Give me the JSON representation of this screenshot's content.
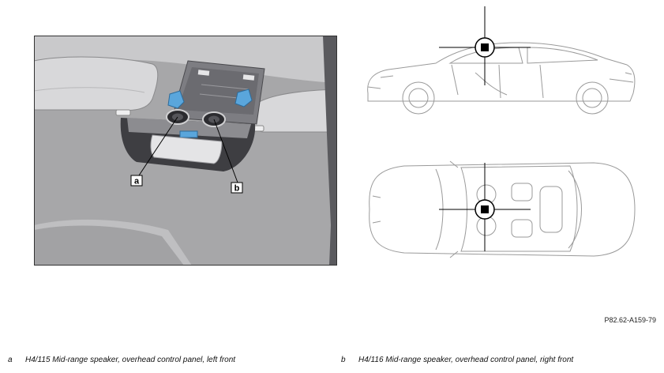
{
  "figure": {
    "reference": "P82.62-A159-79",
    "callouts": [
      {
        "letter": "a",
        "text": "H4/115 Mid-range speaker, overhead control panel, left front"
      },
      {
        "letter": "b",
        "text": "H4/116 Mid-range speaker, overhead control panel, right front"
      }
    ]
  },
  "colors": {
    "headliner": "#a9a9ab",
    "trim": "#d6d6d8",
    "dark_trim": "#3e3e42",
    "highlight": "#5aa6dc",
    "line_art": "#9a9a9a"
  }
}
